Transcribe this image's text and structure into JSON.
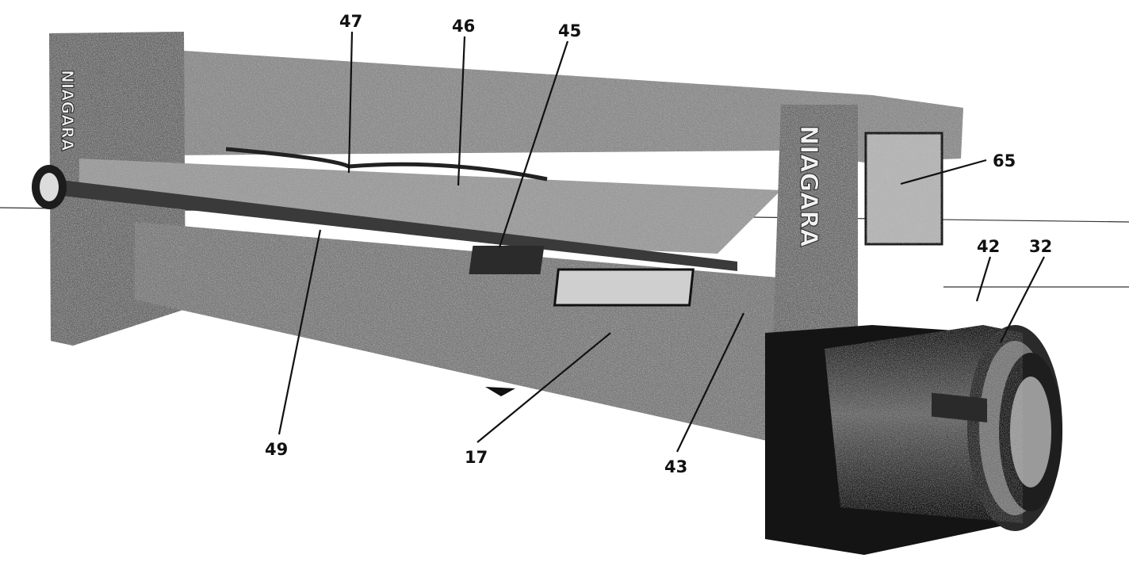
{
  "figure": {
    "brand_left": "NIAGARA",
    "brand_right": "NIAGARA",
    "callouts": [
      {
        "id": "c47",
        "label": "47"
      },
      {
        "id": "c46",
        "label": "46"
      },
      {
        "id": "c45",
        "label": "45"
      },
      {
        "id": "c65",
        "label": "65"
      },
      {
        "id": "c42",
        "label": "42"
      },
      {
        "id": "c32",
        "label": "32"
      },
      {
        "id": "c49",
        "label": "49"
      },
      {
        "id": "c17",
        "label": "17"
      },
      {
        "id": "c43",
        "label": "43"
      }
    ]
  }
}
